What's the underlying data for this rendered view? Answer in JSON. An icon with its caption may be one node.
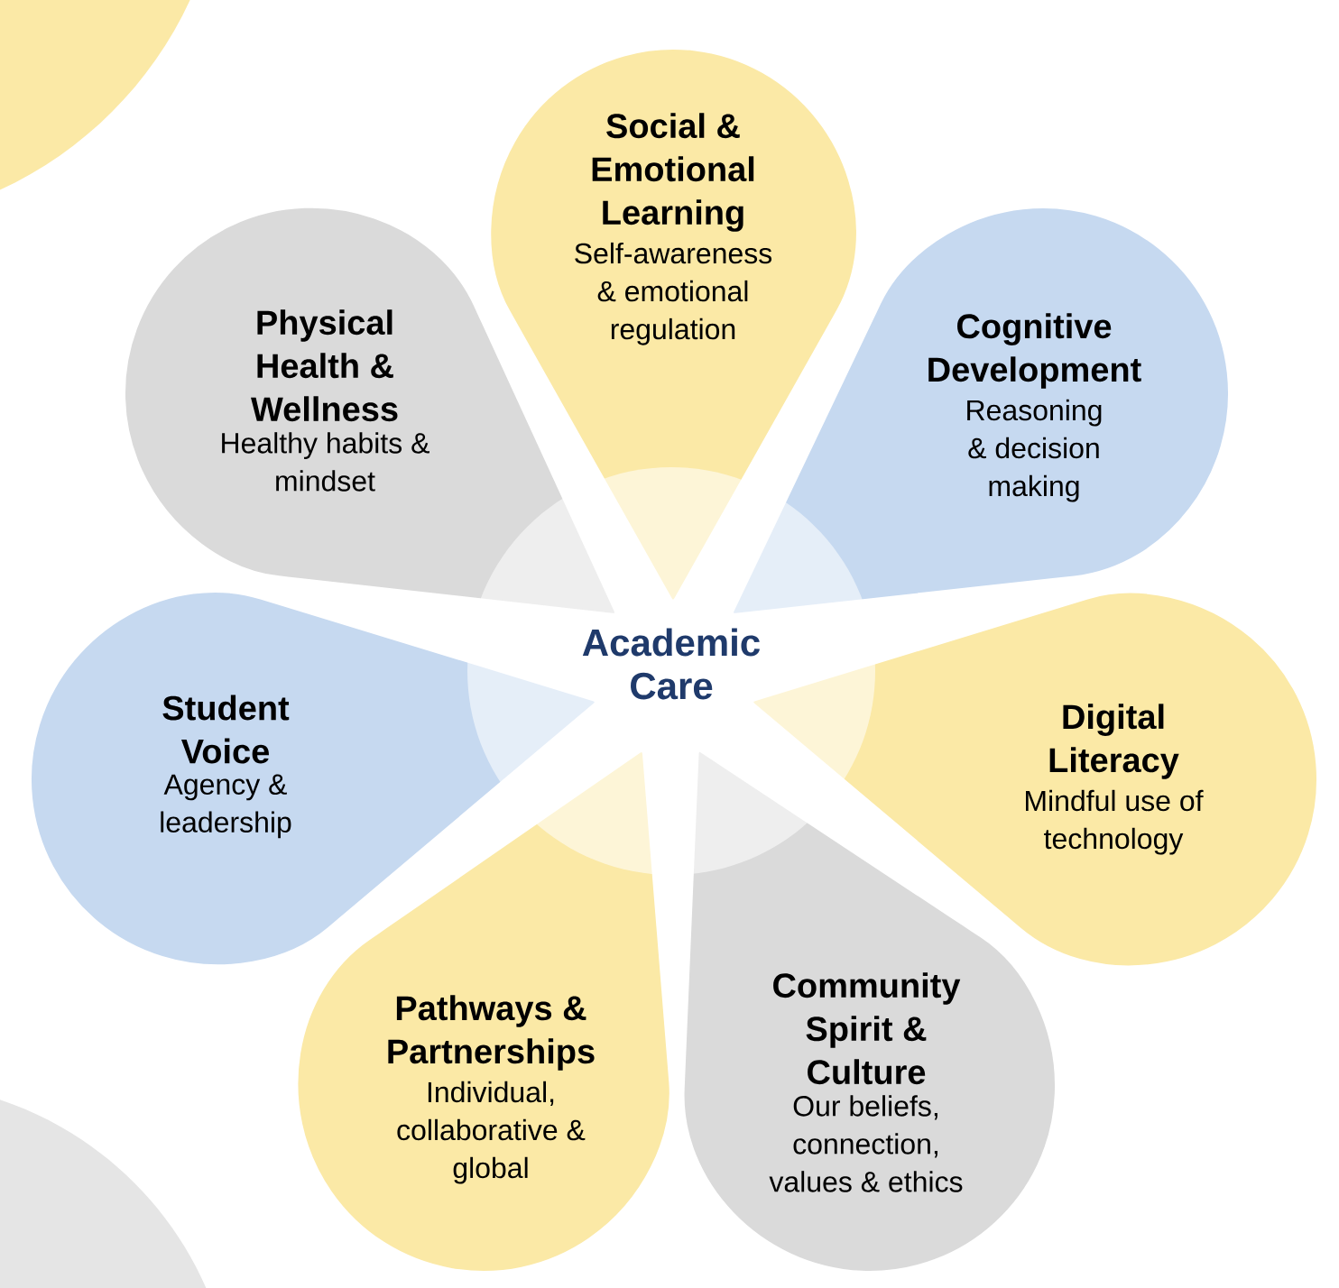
{
  "diagram": {
    "nodes": [
      {
        "text": [
          "Academic Care"
        ]
      },
      {
        "text": [
          "Social & Emotional Learning",
          "Self-awareness & emotional regulation"
        ]
      },
      {
        "text": [
          "Cognitive Development",
          "Reasoning & decision making"
        ]
      },
      {
        "text": [
          "Digital Literacy",
          "Mindful use of technology"
        ]
      },
      {
        "text": [
          "Community Spirit & Culture",
          "Our beliefs, connection, values & ethics"
        ]
      },
      {
        "text": [
          "Pathways & Partnerships",
          "Individual, collaborative & global"
        ]
      },
      {
        "text": [
          "Student Voice",
          "Agency & leadership"
        ]
      },
      {
        "text": [
          "Physical Health & Wellness",
          "Healthy habits & mindset"
        ]
      }
    ]
  }
}
